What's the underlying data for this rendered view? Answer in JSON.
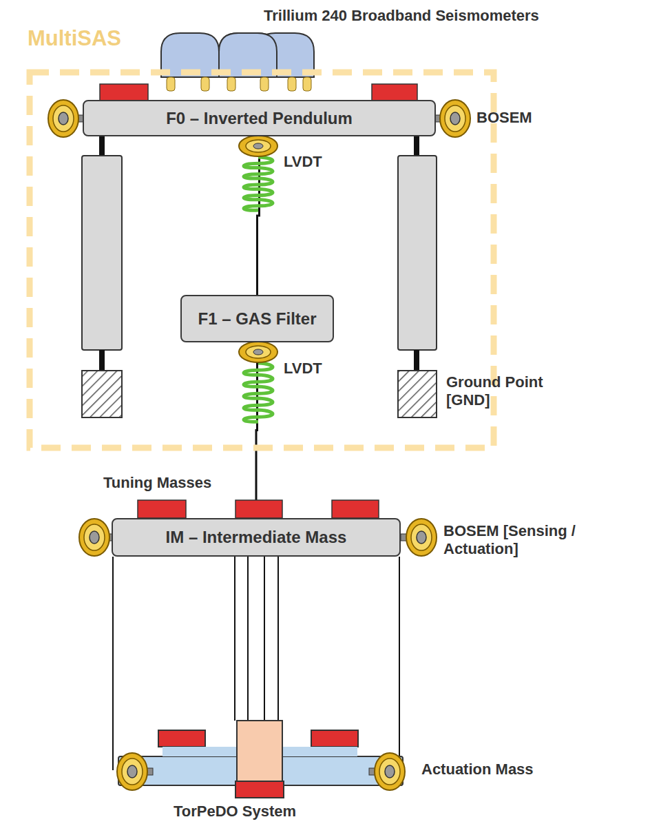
{
  "diagram": {
    "nodes": [
      {
        "text": [
          "MultiSAS"
        ]
      },
      {
        "text": [
          "F0 – Inverted Pendulum"
        ],
        "in": 0
      },
      {
        "text": [
          "F1 – GAS Filter"
        ],
        "in": 0
      },
      {
        "text": [
          "IM – Intermediate Mass"
        ]
      }
    ],
    "edges": [
      {
        "from": 1,
        "to": 2,
        "arrow": "none"
      },
      {
        "from": 2,
        "to": 3,
        "arrow": "none"
      }
    ],
    "labels": [
      "Trillium 240 Broadband Seismometers",
      "BOSEM",
      "LVDT",
      "LVDT",
      "Ground Point [GND]",
      "Tuning Masses",
      "BOSEM [Sensing / Actuation]",
      "Actuation Mass",
      "TorPeDO System"
    ]
  }
}
